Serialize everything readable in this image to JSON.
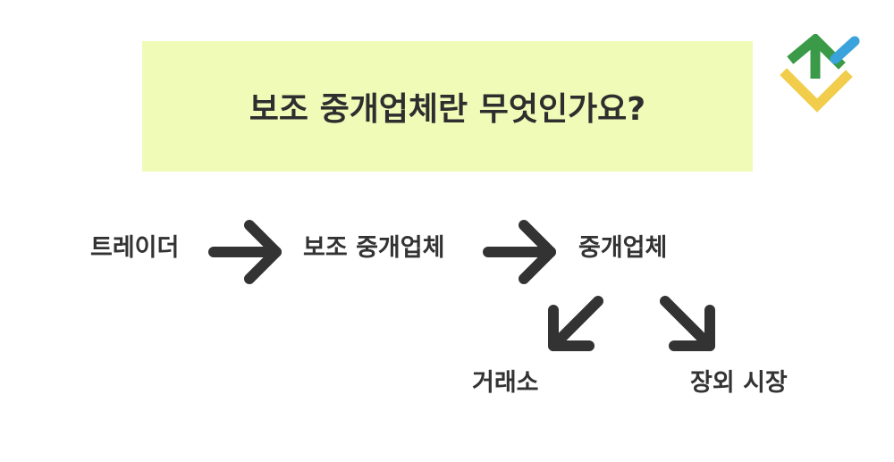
{
  "title": "보조 중개업체란 무엇인가요?",
  "colors": {
    "title_bg": "#f0fbb8",
    "text": "#333333",
    "arrow": "#333333",
    "logo_green": "#3a9a48",
    "logo_blue": "#3aa3dc",
    "logo_yellow": "#f1cd4b"
  },
  "nodes": {
    "trader": "트레이더",
    "sub_broker": "보조 중개업체",
    "broker": "중개업체",
    "exchange": "거래소",
    "otc_market": "장외 시장"
  },
  "icons": {
    "logo": "brand-logo-icon",
    "arrow_right": "arrow-right-icon",
    "arrow_down_left": "arrow-down-left-icon",
    "arrow_down_right": "arrow-down-right-icon"
  }
}
